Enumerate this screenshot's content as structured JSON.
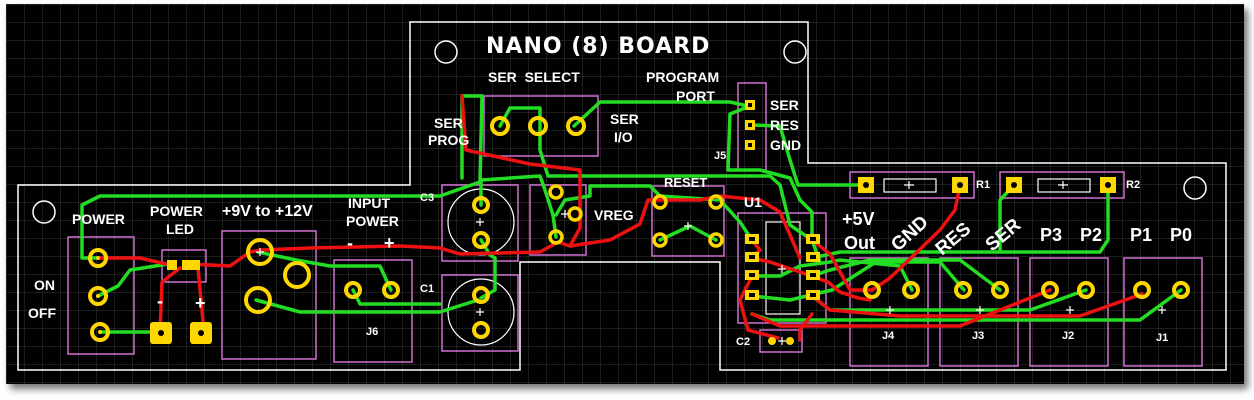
{
  "board": {
    "title": "NANO (8) BOARD",
    "ser_select": "SER  SELECT",
    "program_port": [
      "PROGRAM",
      "PORT"
    ],
    "ser_prog": [
      "SER",
      "PROG"
    ],
    "ser_io": [
      "SER",
      "I/O"
    ],
    "pins": [
      "SER",
      "RES",
      "GND"
    ],
    "j5": "J5",
    "reset": "RESET",
    "vreg": "VREG",
    "u1": "U1",
    "c1": "C1",
    "c2": "C2",
    "c3": "C3",
    "r1": "R1",
    "r2": "R2",
    "power": "POWER",
    "power_led": [
      "POWER",
      "LED"
    ],
    "voltage": "+9V to +12V",
    "input_power": [
      "INPUT",
      "POWER"
    ],
    "minus": "-",
    "plus": "+",
    "on": "ON",
    "off": "OFF",
    "j6": "J6",
    "plus5v": [
      "+5V",
      "Out"
    ],
    "gnd_diag": "GND",
    "res_diag": "RES",
    "ser_diag": "SER",
    "p_labels": [
      "P3",
      "P2",
      "P1",
      "P0"
    ],
    "connectors": [
      "J4",
      "J3",
      "J2",
      "J1"
    ]
  },
  "colors": {
    "background": "#000000",
    "grid": "#3a3a3a",
    "outline": "#ffffff",
    "trace_green": "#22dd22",
    "trace_red": "#ee1111",
    "silkscreen": "#d070d0",
    "pad": "#ffd700"
  }
}
